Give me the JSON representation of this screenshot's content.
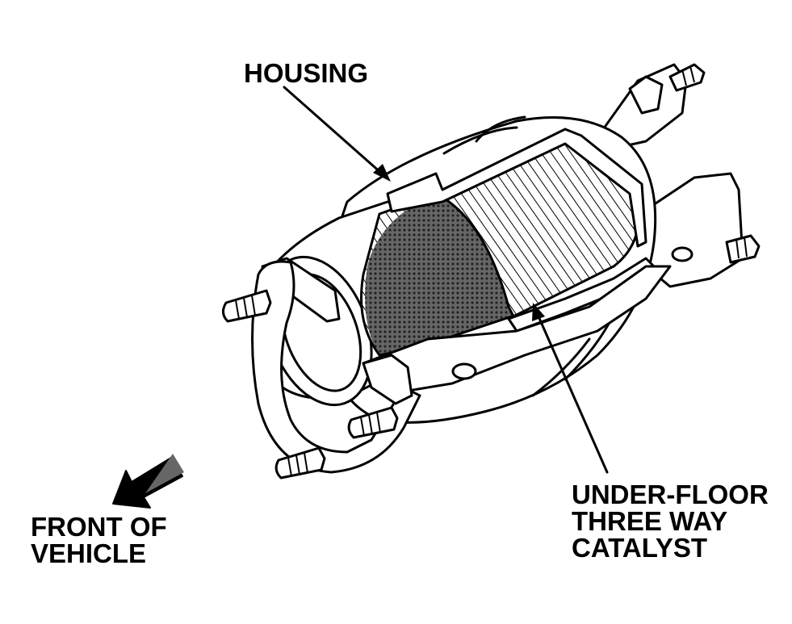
{
  "labels": {
    "housing": "HOUSING",
    "catalyst_line1": "UNDER-FLOOR",
    "catalyst_line2": "THREE WAY",
    "catalyst_line3": "CATALYST",
    "front_line1": "FRONT OF",
    "front_line2": "VEHICLE"
  },
  "colors": {
    "ink": "#000000",
    "paper": "#ffffff"
  }
}
